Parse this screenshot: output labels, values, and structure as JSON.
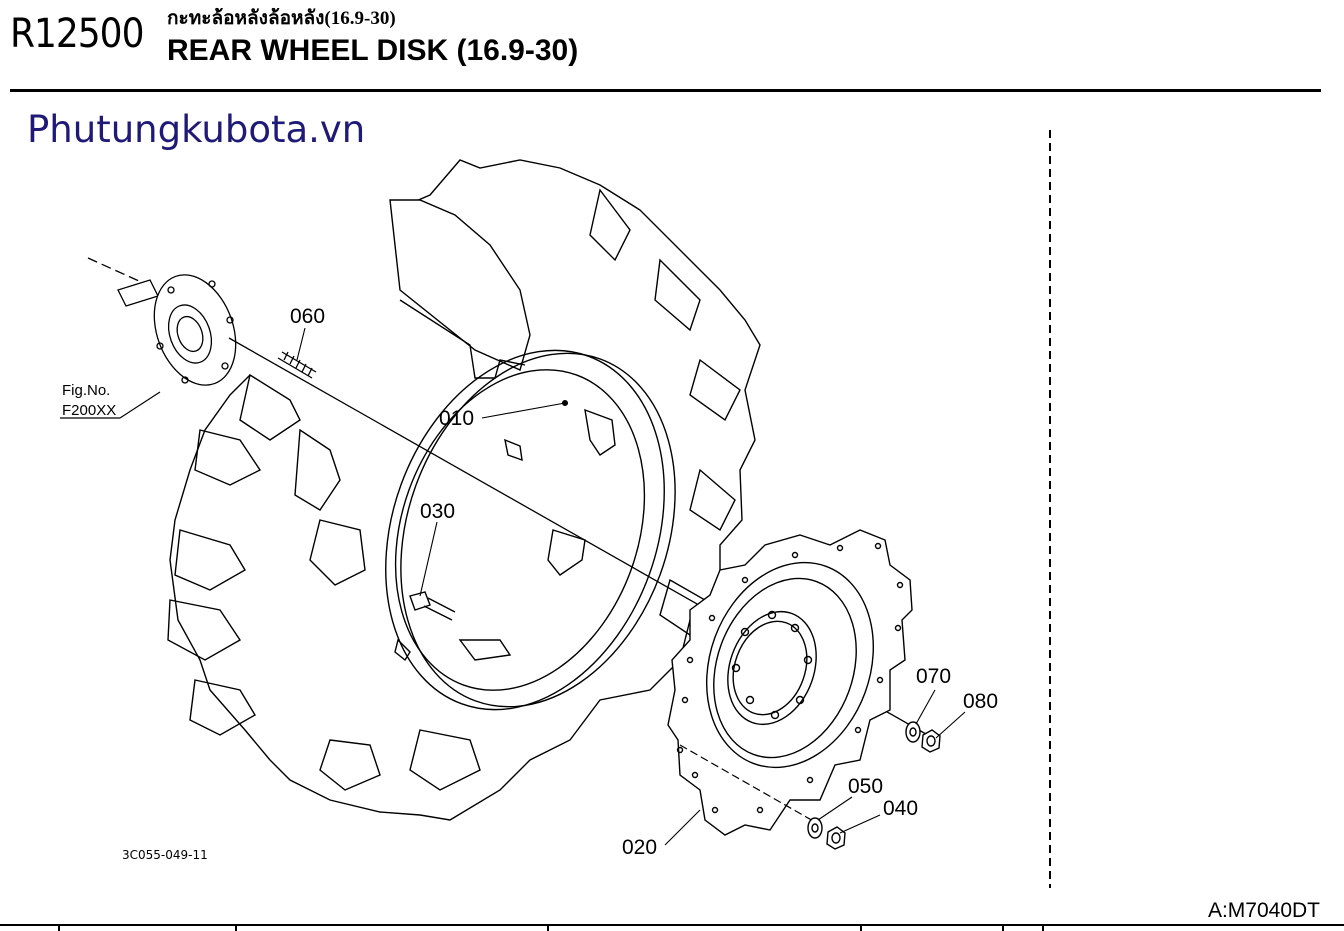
{
  "header": {
    "code": "R12500",
    "title_th": "กะทะล้อหลังล้อหลัง(16.9-30)",
    "title_en": "REAR WHEEL DISK (16.9-30)"
  },
  "watermark": "Phutungkubota.vn",
  "footer": {
    "model": "A:M7040DT"
  },
  "diagram": {
    "ref_fig_label": "Fig.No.",
    "ref_fig_number": "F200XX",
    "drawing_number": "3C055-049-11",
    "parts": [
      {
        "number": "010",
        "name": "wheel-rim"
      },
      {
        "number": "020",
        "name": "wheel-disk"
      },
      {
        "number": "030",
        "name": "bolt"
      },
      {
        "number": "040",
        "name": "nut"
      },
      {
        "number": "050",
        "name": "washer"
      },
      {
        "number": "060",
        "name": "stud-bolt"
      },
      {
        "number": "070",
        "name": "washer"
      },
      {
        "number": "080",
        "name": "nut"
      }
    ]
  }
}
